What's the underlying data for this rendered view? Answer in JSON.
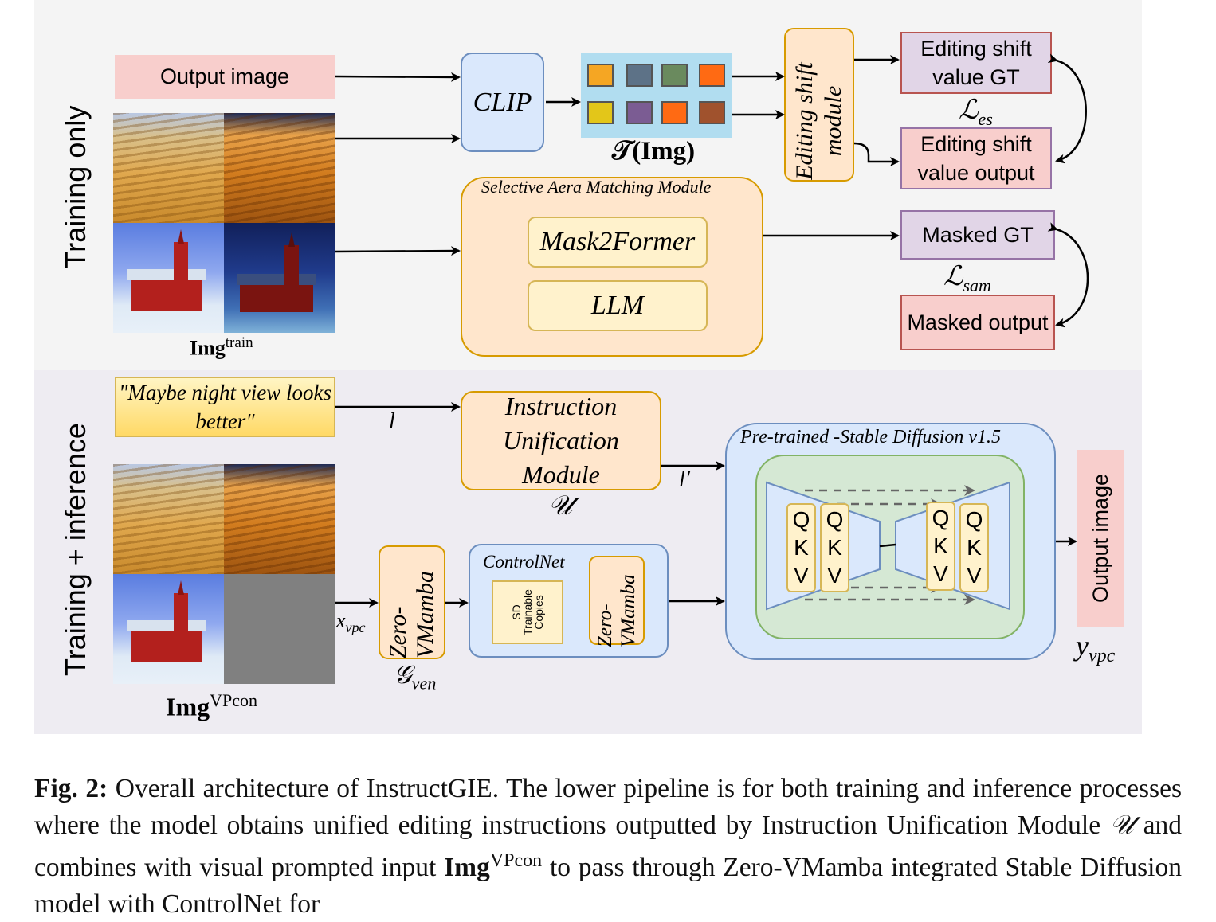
{
  "top_panel": {
    "side_label": "Training only",
    "output_image": "Output image",
    "clip": "CLIP",
    "tokens_label": "𝒯(Img)",
    "token_colors_row1": [
      "#f5a623",
      "#5d7287",
      "#6a8a5e",
      "#ff6a13"
    ],
    "token_colors_row2": [
      "#e3c619",
      "#7b5c93",
      "#ff6a13",
      "#a0522d"
    ],
    "editing_shift_module": "Editing shift module",
    "editing_shift_gt": "Editing shift value GT",
    "loss_es": "ℒ",
    "loss_es_sub": "es",
    "editing_shift_output": "Editing shift value output",
    "sam_title": "Selective Aera Matching Module",
    "mask2former": "Mask2Former",
    "llm": "LLM",
    "masked_gt": "Masked GT",
    "loss_sam": "ℒ",
    "loss_sam_sub": "sam",
    "masked_output": "Masked output",
    "img_train_label": "Img",
    "img_train_sup": "train"
  },
  "bottom_panel": {
    "side_label": "Training + inference",
    "instruction_text": "\"Maybe night view looks better\"",
    "l_label": "l",
    "ium": "Instruction Unification Module",
    "u_label": "𝒰",
    "l_prime": "l′",
    "sd_title": "Pre-trained -Stable Diffusion v1.5",
    "qkv": [
      "Q",
      "K",
      "V"
    ],
    "output_image": "Output image",
    "y_label": "y",
    "y_sub": "vpc",
    "x_label": "x",
    "x_sub": "vpc",
    "zero_vmamba": "Zero-VMamba",
    "g_label": "𝒢",
    "g_sub": "ven",
    "controlnet": "ControlNet",
    "sd_copies": "SD Trainable Copies",
    "zero_vmamba_inner": "Zero-VMamba",
    "img_vp_label": "Img",
    "img_vp_sup": "VPcon"
  },
  "caption": {
    "fig_label": "Fig. 2:",
    "text1": " Overall architecture of InstructGIE. The lower pipeline is for both training and inference processes where the model obtains unified editing instructions outputted by Instruction Unification Module ",
    "u_symbol": "𝒰",
    "text2": " and combines with visual prompted input ",
    "img": "Img",
    "sup": "VPcon",
    "text3": " to pass through Zero-VMamba integrated Stable Diffusion model with ControlNet for"
  }
}
